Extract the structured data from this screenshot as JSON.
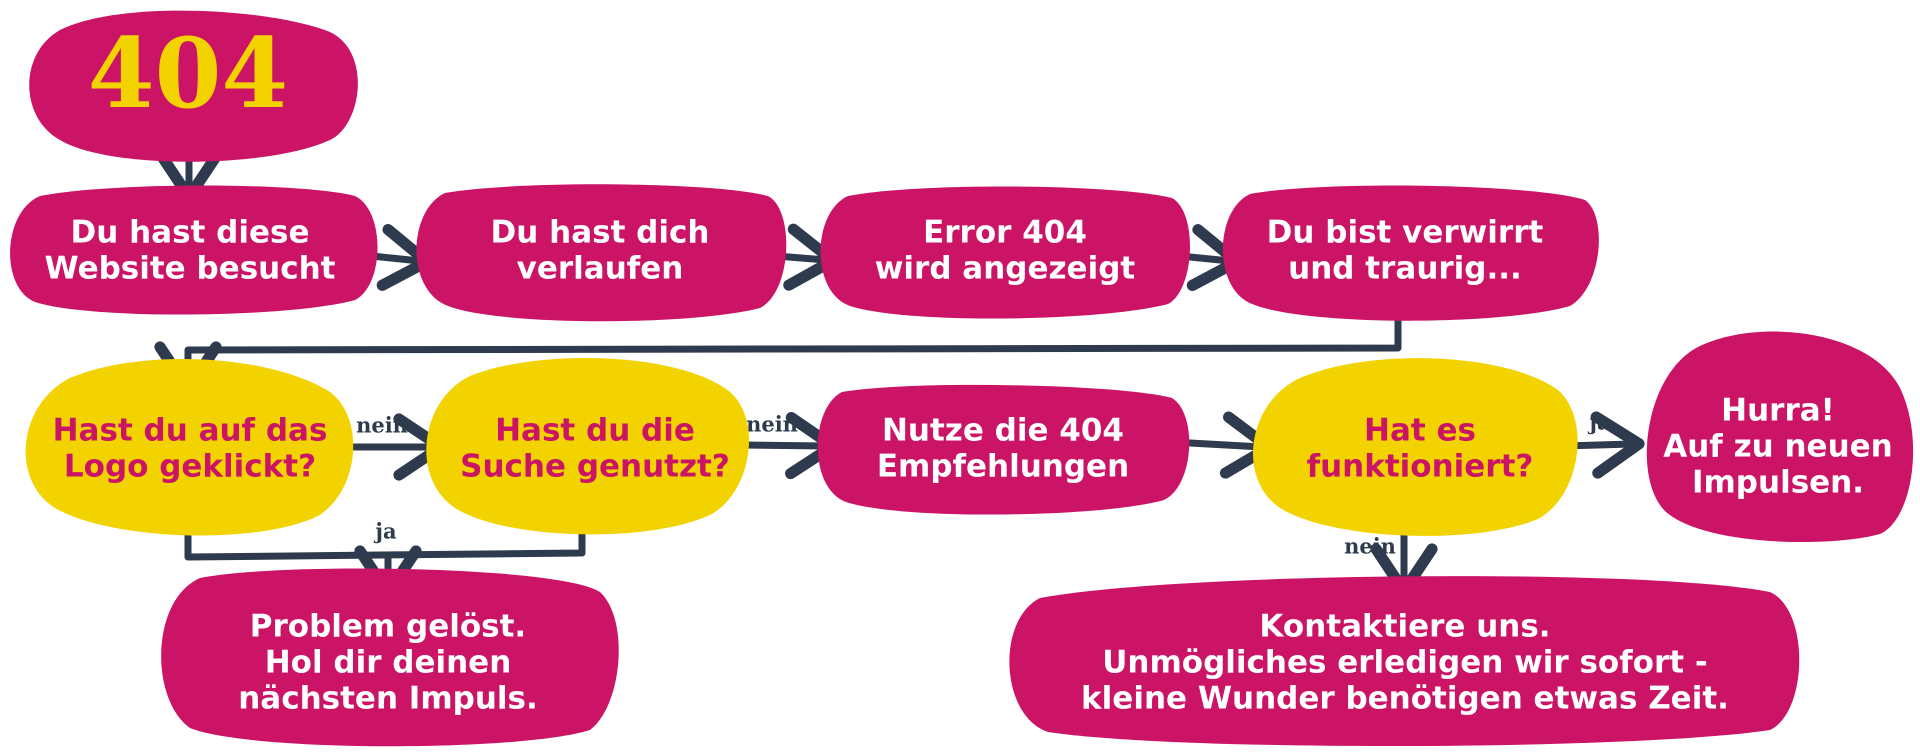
{
  "colors": {
    "magenta": "#CC1466",
    "yellow": "#F2D300",
    "dark": "#2E3A4D",
    "white": "#FFFFFF"
  },
  "title": "404",
  "nodes": {
    "visited": [
      "Du hast diese",
      "Website besucht"
    ],
    "lost": [
      "Du hast dich",
      "verlaufen"
    ],
    "error": [
      "Error 404",
      "wird angezeigt"
    ],
    "confused": [
      "Du bist verwirrt",
      "und traurig..."
    ],
    "logo_question": [
      "Hast du auf das",
      "Logo geklickt?"
    ],
    "search_question": [
      "Hast du die",
      "Suche genutzt?"
    ],
    "recommendations": [
      "Nutze die 404",
      "Empfehlungen"
    ],
    "worked_question": [
      "Hat es",
      "funktioniert?"
    ],
    "hurra": [
      "Hurra!",
      "Auf zu neuen",
      "Impulsen."
    ],
    "solved": [
      "Problem gelöst.",
      "Hol dir deinen",
      "nächsten Impuls."
    ],
    "contact": [
      "Kontaktiere uns.",
      "Unmögliches erledigen wir sofort -",
      "kleine Wunder benötigen etwas Zeit."
    ]
  },
  "edge_labels": {
    "logo_no": "nein",
    "search_no": "nein",
    "both_yes": "ja",
    "worked_yes": "ja",
    "worked_no": "nein"
  }
}
